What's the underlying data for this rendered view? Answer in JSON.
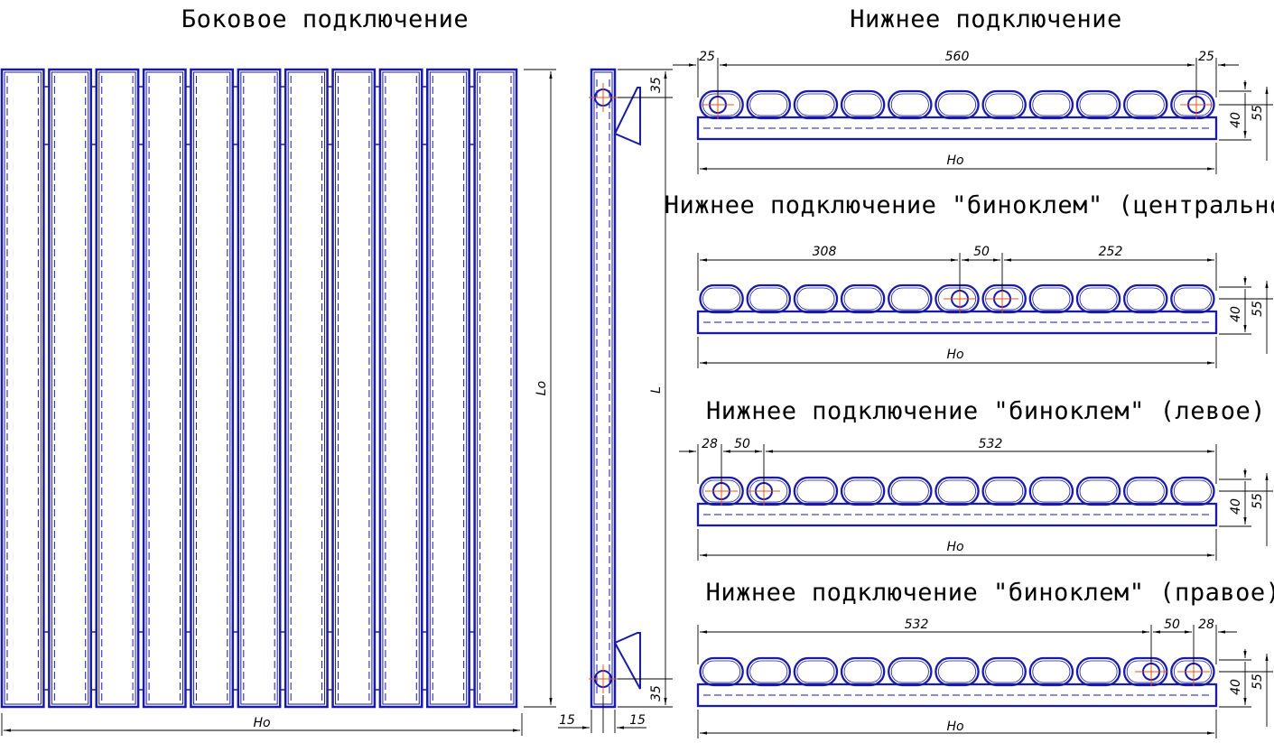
{
  "titles": {
    "side": "Боковое подключение",
    "bottom": "Нижнее подключение",
    "binoklem_center": "Нижнее подключение \"биноклем\" (центральное)",
    "binoklem_left": "Нижнее подключение \"биноклем\" (левое)",
    "binoklem_right": "Нижнее подключение \"биноклем\" (правое)"
  },
  "front_view": {
    "width_label": "Но",
    "height_label": "Lо",
    "section_count": 11
  },
  "side_view": {
    "length_label": "L",
    "top_offset": "35",
    "bottom_offset": "35",
    "left_width": "15",
    "right_width": "15"
  },
  "bottom_view": {
    "left_dim": "25",
    "mid_dim": "560",
    "right_dim": "25",
    "h40": "40",
    "h55": "55",
    "width_label": "Но"
  },
  "center_view": {
    "dim_a": "308",
    "dim_b": "50",
    "dim_c": "252",
    "h40": "40",
    "h55": "55",
    "width_label": "Но"
  },
  "left_view": {
    "dim_a": "28",
    "dim_b": "50",
    "dim_c": "532",
    "h40": "40",
    "h55": "55",
    "width_label": "Но"
  },
  "right_view": {
    "dim_a": "532",
    "dim_b": "50",
    "dim_c": "28",
    "h40": "40",
    "h55": "55",
    "width_label": "Но"
  }
}
